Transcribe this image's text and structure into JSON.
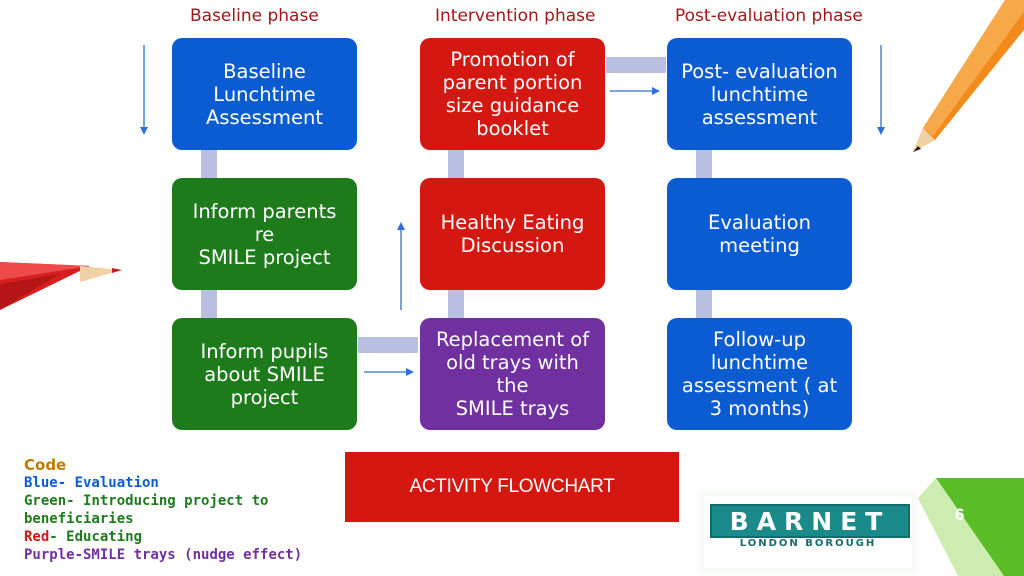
{
  "phases": {
    "baseline": "Baseline phase",
    "intervention": "Intervention phase",
    "post": "Post-evaluation phase"
  },
  "boxes": {
    "baseline_assessment": "Baseline\nLunchtime\nAssessment",
    "promotion": "Promotion of\nparent portion\nsize guidance\nbooklet",
    "post_assessment": "Post- evaluation\nlunchtime\nassessment",
    "inform_parents": "Inform parents re\nSMILE project",
    "healthy_eating": "Healthy Eating\nDiscussion",
    "evaluation_meeting": "Evaluation\nmeeting",
    "inform_pupils": "Inform pupils\nabout SMILE\nproject",
    "replacement": "Replacement of\nold trays with the\nSMILE trays",
    "followup": "Follow-up\nlunchtime\nassessment ( at\n3 months)"
  },
  "colors": {
    "blue": "#0b5bd3",
    "green": "#1e7b1c",
    "red": "#d41711",
    "purple": "#7030a0",
    "phase_text": "#a01818",
    "code_heading": "#c07a00"
  },
  "legend": {
    "heading": "Code",
    "blue_key": "Blue",
    "blue_text": "- Evaluation",
    "green_key": "Green",
    "green_text": "- Introducing project to",
    "green_text2": "beneficiaries",
    "red_key": "Red",
    "red_text": "- Educating",
    "purple_key": "Purple",
    "purple_text": "-SMILE trays (nudge effect)"
  },
  "banner": "ACTIVITY FLOWCHART",
  "logo": {
    "name": "BARNET",
    "subtitle": "LONDON BOROUGH"
  },
  "page_number": "6"
}
